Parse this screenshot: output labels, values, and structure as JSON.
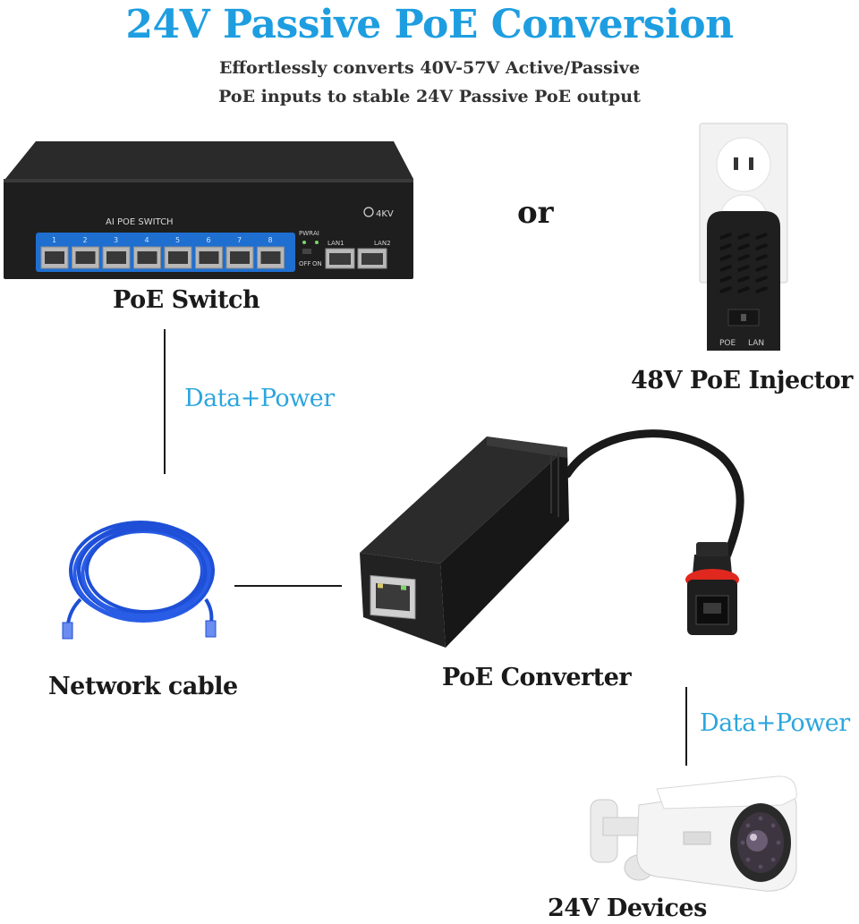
{
  "header": {
    "title": "24V Passive PoE Conversion",
    "subtitle_line1": "Effortlessly converts 40V-57V Active/Passive",
    "subtitle_line2": "PoE inputs to stable 24V Passive PoE output"
  },
  "nodes": {
    "poe_switch": {
      "label": "PoE Switch",
      "front_text": "AI POE SWITCH",
      "surge_text": "4KV",
      "port_numbers": [
        "1",
        "2",
        "3",
        "4",
        "5",
        "6",
        "7",
        "8"
      ],
      "lan_labels": [
        "LAN1",
        "LAN2"
      ],
      "indicator_labels": [
        "PWR",
        "AI",
        "OFF",
        "ON"
      ]
    },
    "or_text": "or",
    "injector": {
      "label": "48V PoE Injector",
      "port_labels": [
        "POE",
        "LAN"
      ]
    },
    "network_cable": {
      "label": "Network cable"
    },
    "converter": {
      "label": "PoE Converter"
    },
    "devices": {
      "label": "24V Devices"
    }
  },
  "links": {
    "switch_to_cable": "Data+Power",
    "converter_to_devices": "Data+Power"
  },
  "colors": {
    "title": "#1e9ee0",
    "flow_label": "#2ca6dd",
    "port_frame": "#1f6fd1",
    "device_black": "#1c1c1c",
    "cable_blue": "#1e4fd6",
    "ring_red": "#e0281e"
  }
}
